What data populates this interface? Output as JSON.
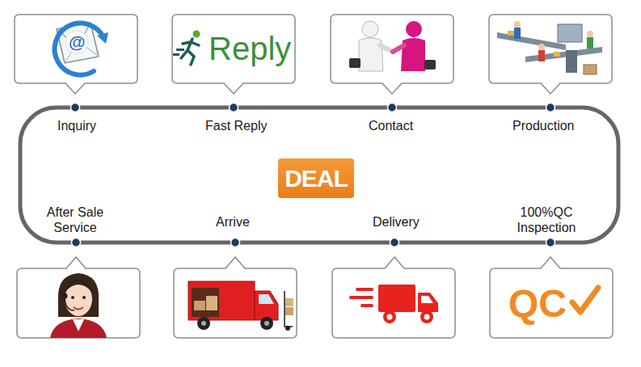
{
  "diagram": {
    "nodes": [
      {
        "text": [
          "DEAL"
        ]
      }
    ],
    "labels": [
      "Inquiry",
      "Fast Reply",
      "Contact",
      "Production",
      "After Sale Service",
      "Arrive",
      "Delivery",
      "100%QC Inspection",
      "@",
      "Reply",
      "QC"
    ]
  }
}
